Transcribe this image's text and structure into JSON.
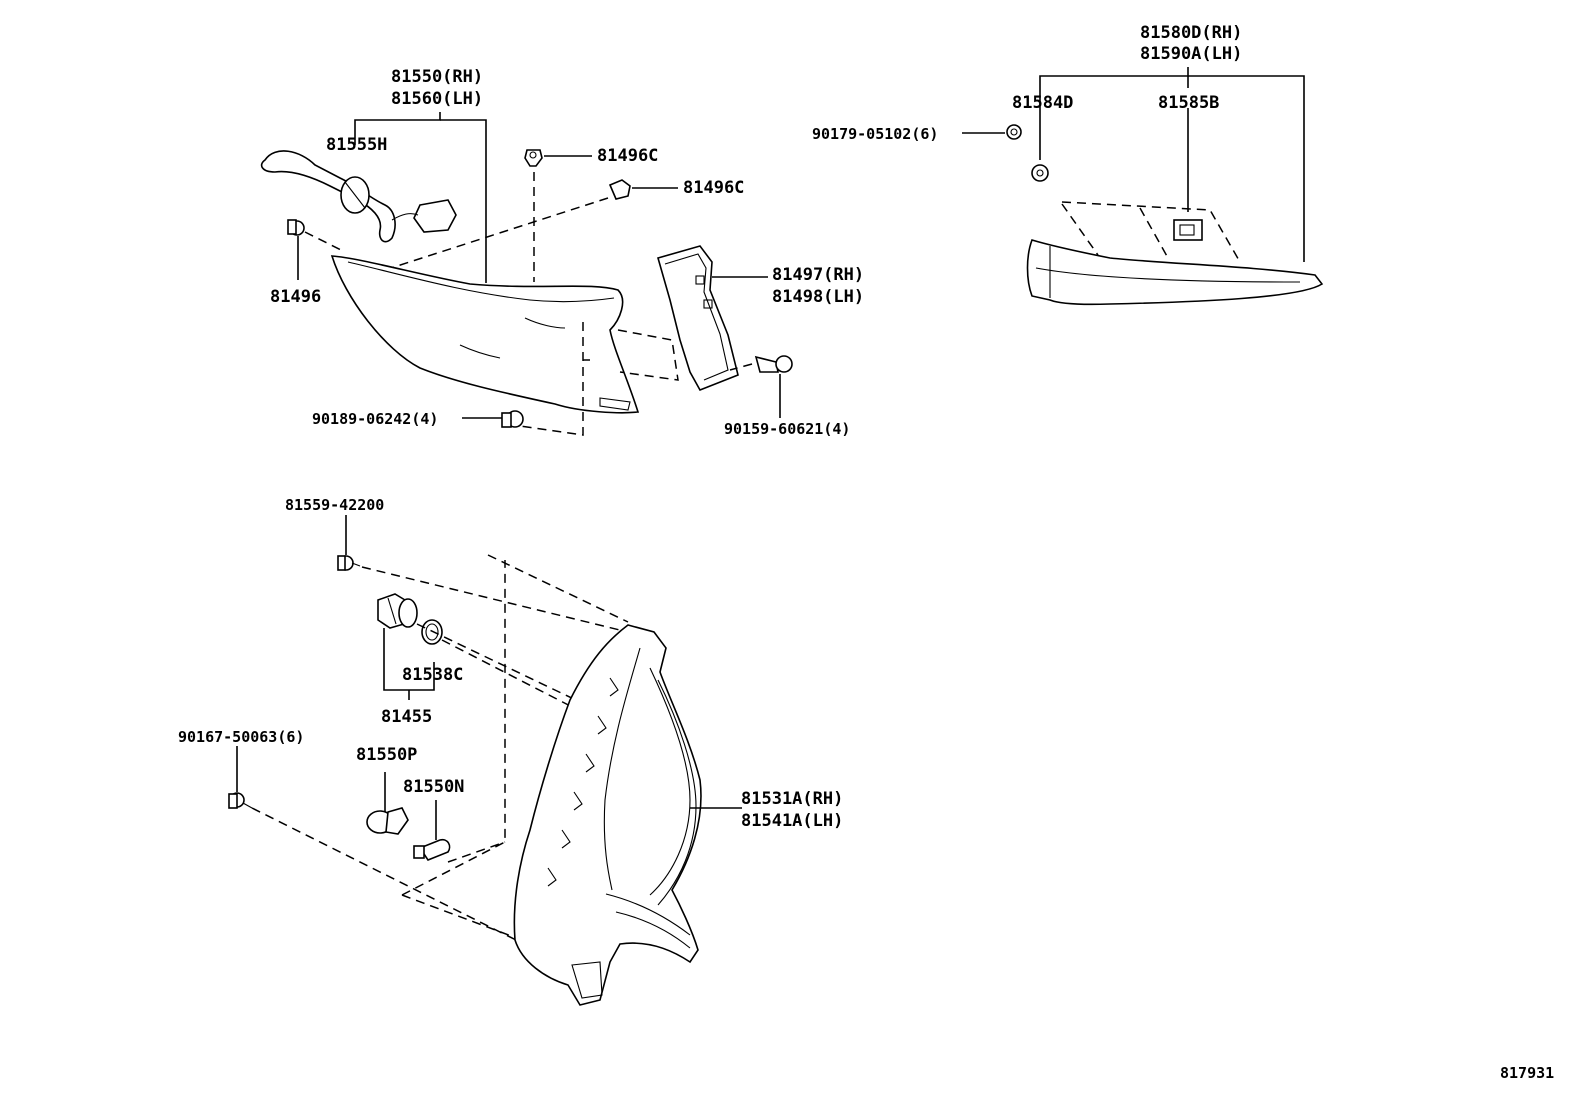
{
  "labels": {
    "l81550": "81550(RH)",
    "l81560": "81560(LH)",
    "l81555H": "81555H",
    "l81496": "81496",
    "l81496C_a": "81496C",
    "l81496C_b": "81496C",
    "l81497": "81497(RH)",
    "l81498": "81498(LH)",
    "l90189": "90189-06242(4)",
    "l90159": "90159-60621(4)",
    "l81580D": "81580D(RH)",
    "l81590A": "81590A(LH)",
    "l81584D": "81584D",
    "l81585B": "81585B",
    "l90179": "90179-05102(6)",
    "l81559": "81559-42200",
    "l81538C": "81538C",
    "l81455": "81455",
    "l90167": "90167-50063(6)",
    "l81550P": "81550P",
    "l81550N": "81550N",
    "l81531A": "81531A(RH)",
    "l81541A": "81541A(LH)",
    "figure_id": "817931"
  }
}
